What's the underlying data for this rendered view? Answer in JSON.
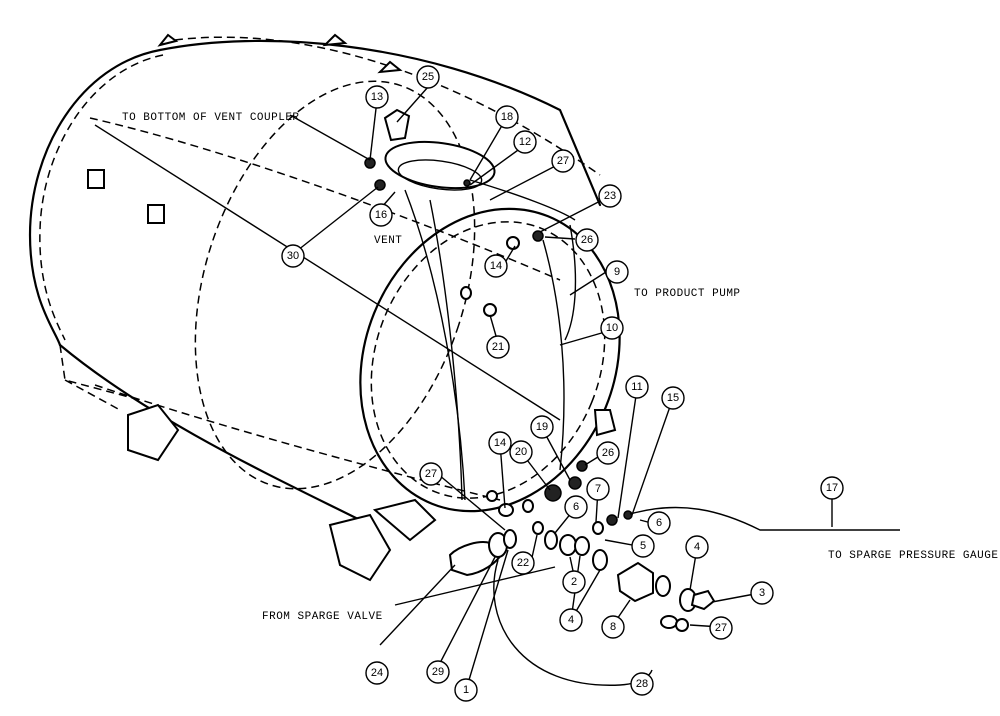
{
  "callouts": {
    "vent_coupler": "TO BOTTOM OF VENT COUPLER",
    "vent": "VENT",
    "product_pump": "TO PRODUCT PUMP",
    "sparge_gauge": "TO SPARGE PRESSURE GAUGE",
    "sparge_valve": "FROM SPARGE VALVE"
  },
  "balloons": {
    "b25": "25",
    "b13": "13",
    "b18": "18",
    "b12": "12",
    "b27a": "27",
    "b23": "23",
    "b26a": "26",
    "b16": "16",
    "b30": "30",
    "b14a": "14",
    "b9": "9",
    "b10": "10",
    "b21": "21",
    "b11": "11",
    "b15": "15",
    "b19": "19",
    "b14b": "14",
    "b20": "20",
    "b26b": "26",
    "b27b": "27",
    "b7": "7",
    "b6a": "6",
    "b6b": "6",
    "b17": "17",
    "b5": "5",
    "b4a": "4",
    "b22": "22",
    "b2": "2",
    "b4b": "4",
    "b3": "3",
    "b8": "8",
    "b27c": "27",
    "b24": "24",
    "b29": "29",
    "b1": "1",
    "b28": "28"
  }
}
